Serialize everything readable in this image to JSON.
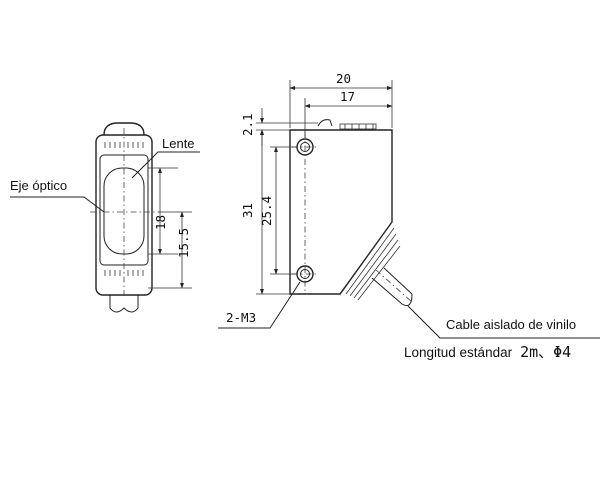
{
  "labels": {
    "lente": "Lente",
    "eje_optico": "Eje óptico",
    "cable": "Cable aislado de vinilo",
    "longitud_prefix": "Longitud estándar",
    "longitud_value": "2m、Φ4"
  },
  "dimensions": {
    "total_width": "20",
    "inner_width": "17",
    "top_offset": "2.1",
    "height": "31",
    "hole_spacing": "25.4",
    "lens_height": "18",
    "axis_height": "15.5",
    "screw": "2-M3"
  }
}
